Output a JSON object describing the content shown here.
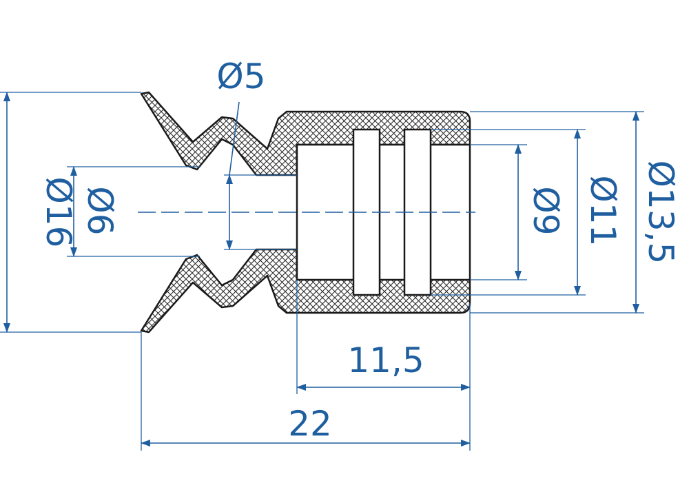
{
  "dimensions": {
    "d16": "Ø16",
    "d6": "Ø6",
    "d5": "Ø5",
    "d9": "Ø9",
    "d11": "Ø11",
    "d13_5": "Ø13,5",
    "len_11_5": "11,5",
    "len_22": "22"
  },
  "colors": {
    "dimension": "#1f5fa0",
    "outline": "#1a1a1a"
  }
}
